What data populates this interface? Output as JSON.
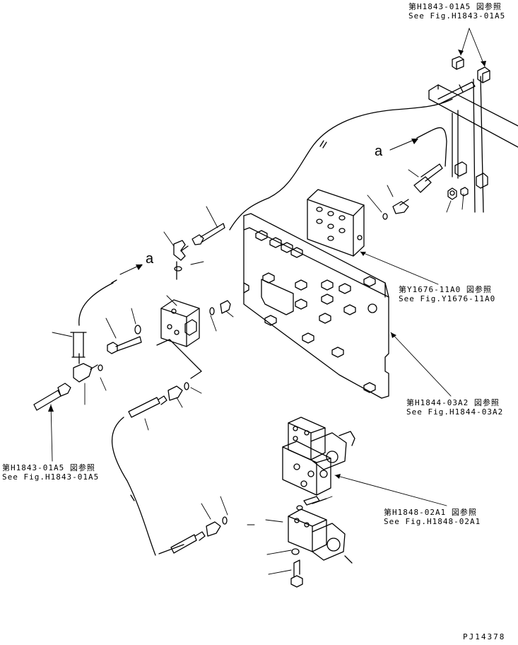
{
  "references": [
    {
      "jp": "第H1843-01A5 図参照",
      "en": "See Fig.H1843-01A5"
    },
    {
      "jp": "第Y1676-11A0 図参照",
      "en": "See Fig.Y1676-11A0"
    },
    {
      "jp": "第H1844-03A2 図参照",
      "en": "See Fig.H1844-03A2"
    },
    {
      "jp": "第H1848-02A1 図参照",
      "en": "See Fig.H1848-02A1"
    },
    {
      "jp": "第H1843-01A5 図参照",
      "en": "See Fig.H1843-01A5"
    }
  ],
  "view_markers": [
    "a",
    "a"
  ],
  "drawing_code": "PJ14378"
}
